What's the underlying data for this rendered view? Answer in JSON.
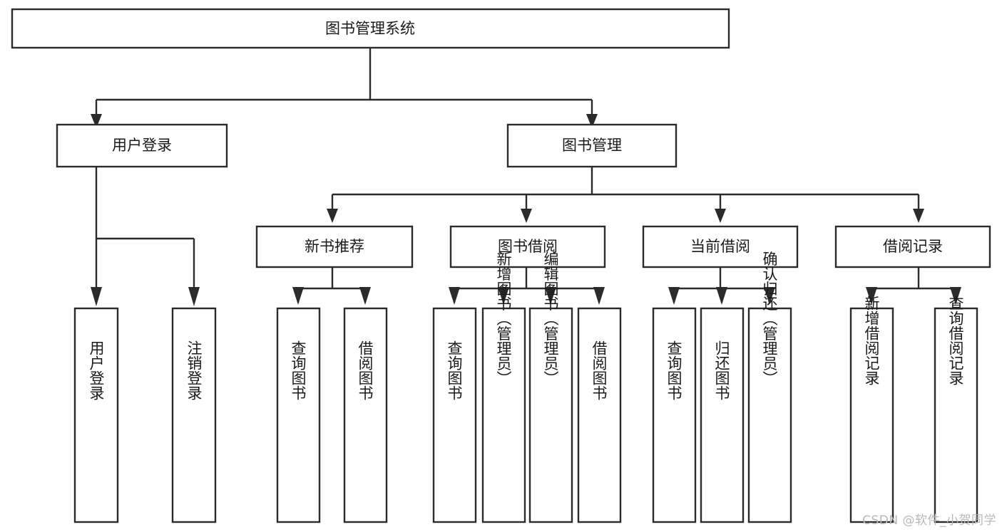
{
  "diagram": {
    "title": "图书管理系统",
    "type": "tree",
    "orientation": "top-down",
    "colors": {
      "box_stroke": "#2b2b2b",
      "box_fill": "#ffffff",
      "connector": "#2b2b2b",
      "text": "#1a1a1a",
      "background": "#ffffff",
      "watermark": "#b8b8b8"
    },
    "levels": [
      {
        "level": 1,
        "nodes": [
          {
            "id": "root",
            "label": "图书管理系统"
          }
        ]
      },
      {
        "level": 2,
        "nodes": [
          {
            "id": "login",
            "label": "用户登录",
            "parent": "root"
          },
          {
            "id": "bookmgmt",
            "label": "图书管理",
            "parent": "root"
          }
        ]
      },
      {
        "level": 3,
        "nodes": [
          {
            "id": "newbook",
            "label": "新书推荐",
            "parent": "bookmgmt"
          },
          {
            "id": "borrow",
            "label": "图书借阅",
            "parent": "bookmgmt"
          },
          {
            "id": "current",
            "label": "当前借阅",
            "parent": "bookmgmt"
          },
          {
            "id": "record",
            "label": "借阅记录",
            "parent": "bookmgmt"
          }
        ]
      },
      {
        "level": 4,
        "nodes": [
          {
            "id": "leaf-1",
            "label": "用户登录",
            "parent": "login"
          },
          {
            "id": "leaf-2",
            "label": "注销登录",
            "parent": "login"
          },
          {
            "id": "leaf-3",
            "label": "查询图书",
            "parent": "newbook"
          },
          {
            "id": "leaf-4",
            "label": "借阅图书",
            "parent": "newbook"
          },
          {
            "id": "leaf-5",
            "label": "查询图书",
            "parent": "borrow"
          },
          {
            "id": "leaf-6",
            "label": "新增图书（管理员）",
            "parent": "borrow"
          },
          {
            "id": "leaf-7",
            "label": "编辑图书（管理员）",
            "parent": "borrow"
          },
          {
            "id": "leaf-8",
            "label": "借阅图书",
            "parent": "borrow"
          },
          {
            "id": "leaf-9",
            "label": "查询图书",
            "parent": "current"
          },
          {
            "id": "leaf-10",
            "label": "归还图书",
            "parent": "current"
          },
          {
            "id": "leaf-11",
            "label": "确认归还（管理员）",
            "parent": "current"
          },
          {
            "id": "leaf-12",
            "label": "新增借阅记录",
            "parent": "record"
          },
          {
            "id": "leaf-13",
            "label": "查询借阅记录",
            "parent": "record"
          }
        ]
      }
    ]
  },
  "watermark": {
    "text": "CSDN @软件_小贺同学"
  }
}
